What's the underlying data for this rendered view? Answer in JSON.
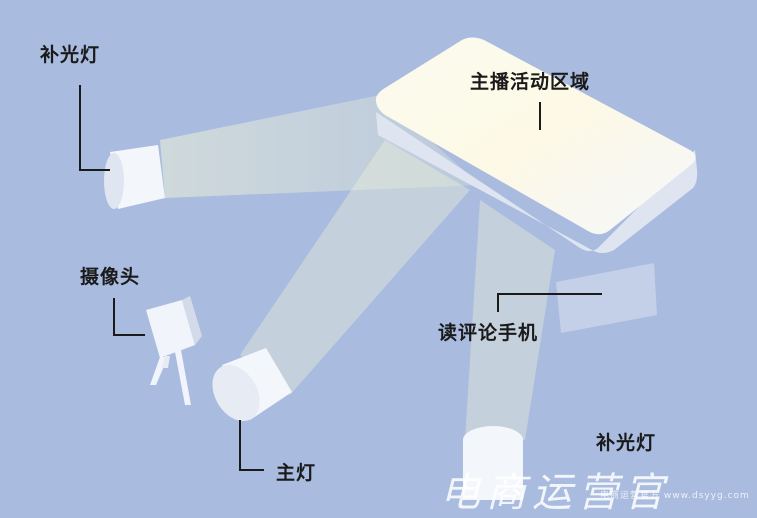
{
  "labels": {
    "fill_light_top": "补光灯",
    "stage_area": "主播活动区域",
    "camera": "摄像头",
    "comment_phone": "读评论手机",
    "main_light": "主灯",
    "fill_light_bottom": "补光灯"
  },
  "watermark": {
    "main": "电商运营官",
    "sub": "电商运营官方 www.dsyyg.com"
  },
  "colors": {
    "background": "#a9bbdf",
    "beam": "#d8e3c8",
    "fixture": "#f3f6fb"
  }
}
